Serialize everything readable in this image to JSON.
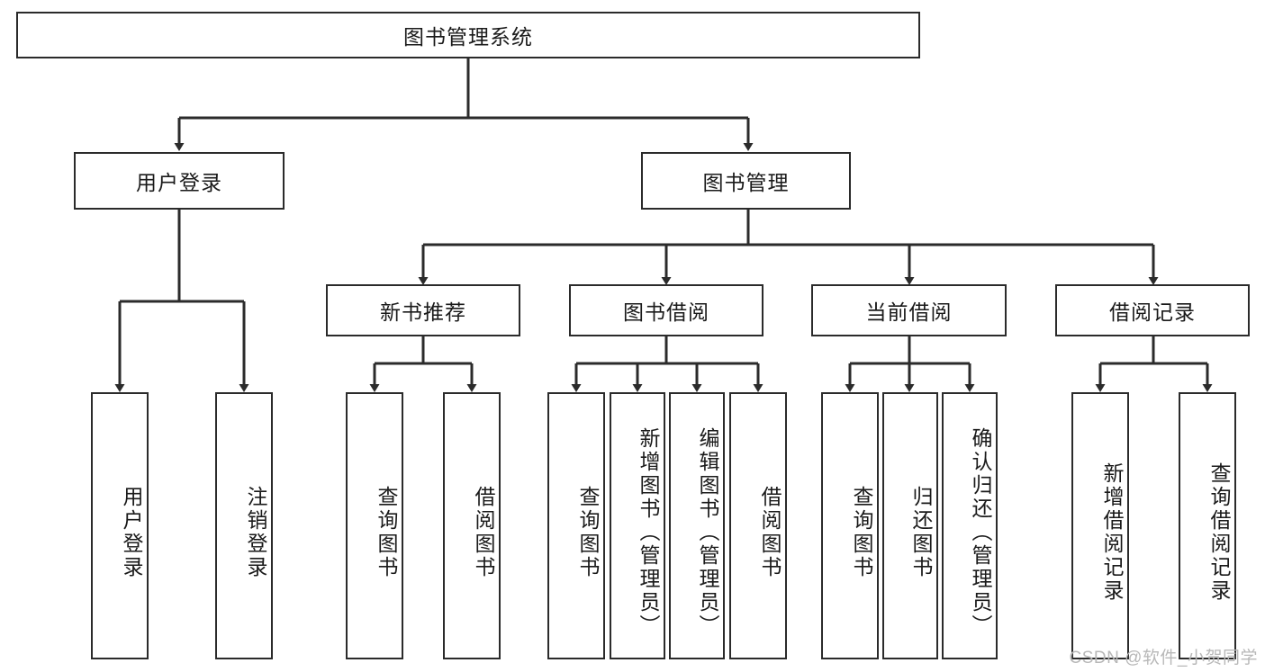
{
  "diagram": {
    "type": "tree-hierarchy-diagram",
    "title_node": {
      "label": "图书管理系统"
    },
    "level1": [
      {
        "label": "用户登录"
      },
      {
        "label": "图书管理"
      }
    ],
    "level2": [
      {
        "label": "新书推荐"
      },
      {
        "label": "图书借阅"
      },
      {
        "label": "当前借阅"
      },
      {
        "label": "借阅记录"
      }
    ],
    "leaves": {
      "user_login": [
        {
          "label": "用户登录"
        },
        {
          "label": "注销登录"
        }
      ],
      "new_book_recommend": [
        {
          "label": "查询图书"
        },
        {
          "label": "借阅图书"
        }
      ],
      "book_borrow": [
        {
          "label": "查询图书"
        },
        {
          "label": "新增图书（管理员）"
        },
        {
          "label": "编辑图书（管理员）"
        },
        {
          "label": "借阅图书"
        }
      ],
      "current_borrow": [
        {
          "label": "查询图书"
        },
        {
          "label": "归还图书"
        },
        {
          "label": "确认归还（管理员）"
        }
      ],
      "borrow_record": [
        {
          "label": "新增借阅记录"
        },
        {
          "label": "查询借阅记录"
        }
      ]
    },
    "colors": {
      "stroke": "#2b2b2b",
      "fill": "#ffffff",
      "text": "#1a1a1a",
      "watermark": "#b8b8b8"
    }
  },
  "watermark": {
    "text": "CSDN @软件_小贺同学"
  }
}
